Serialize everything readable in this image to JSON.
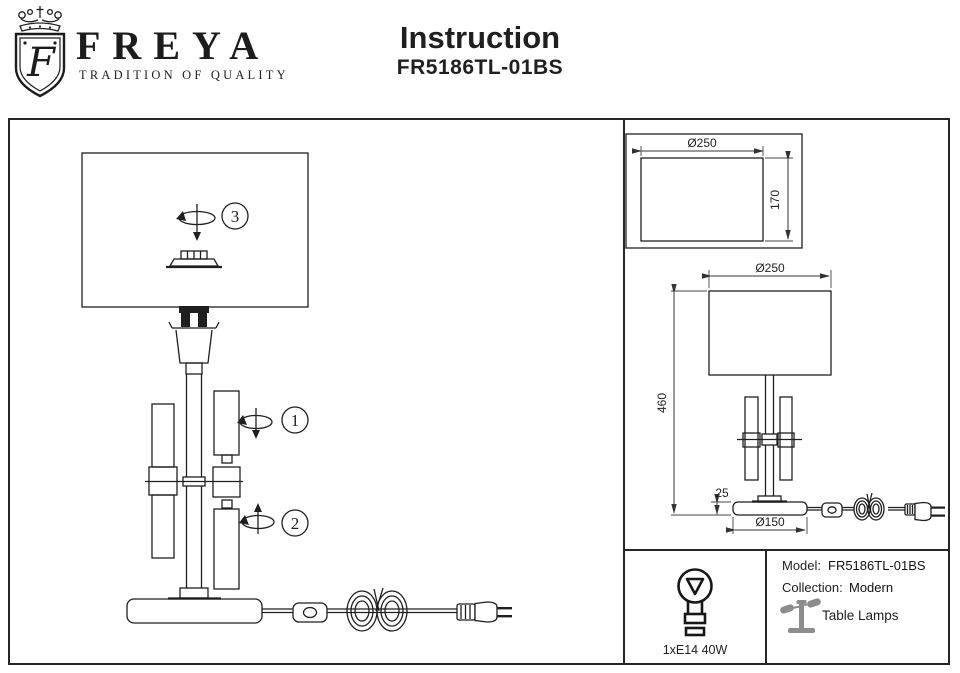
{
  "header": {
    "brand": "FREYA",
    "tagline": "TRADITION OF QUALITY",
    "title": "Instruction",
    "model": "FR5186TL-01BS"
  },
  "assembly_steps": {
    "step1": "1",
    "step2": "2",
    "step3": "3"
  },
  "dimensions": {
    "top_box_diameter": "Ø250",
    "top_box_height": "170",
    "shade_diameter": "Ø250",
    "total_height": "460",
    "base_height": "25",
    "base_diameter": "Ø150"
  },
  "specs": {
    "bulb": "1xE14 40W",
    "model_label": "Model:",
    "model_value": "FR5186TL-01BS",
    "collection_label": "Collection:",
    "collection_value": "Modern",
    "category": "Table Lamps"
  },
  "colors": {
    "line": "#1f1f1f",
    "icon_gray": "#8d8d8d"
  }
}
